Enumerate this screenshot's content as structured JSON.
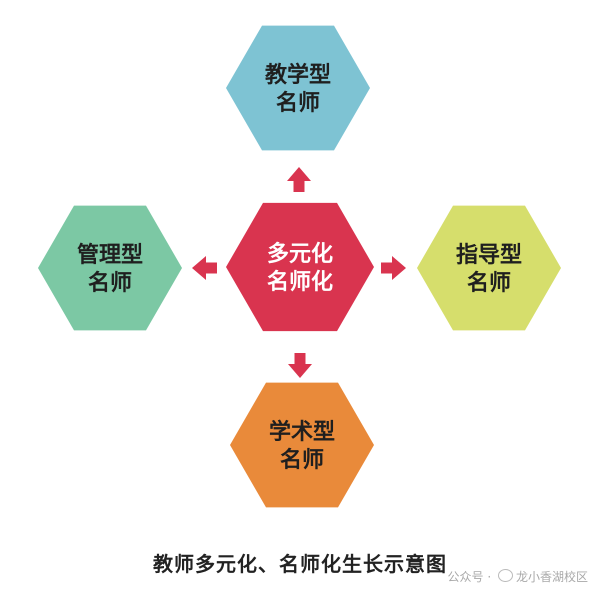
{
  "diagram": {
    "center": {
      "id": "center",
      "lines": [
        "多元化",
        "名师化"
      ],
      "fill": "#d9344f",
      "text_color": "#ffffff"
    },
    "nodes": [
      {
        "id": "teaching",
        "direction": "up",
        "lines": [
          "教学型",
          "名师"
        ],
        "fill": "#7ec3d3",
        "text_color": "#1f1f1f"
      },
      {
        "id": "management",
        "direction": "left",
        "lines": [
          "管理型",
          "名师"
        ],
        "fill": "#7cc8a4",
        "text_color": "#1f1f1f"
      },
      {
        "id": "guidance",
        "direction": "right",
        "lines": [
          "指导型",
          "名师"
        ],
        "fill": "#d6de6c",
        "text_color": "#1f1f1f"
      },
      {
        "id": "academic",
        "direction": "down",
        "lines": [
          "学术型",
          "名师"
        ],
        "fill": "#e98a3a",
        "text_color": "#1f1f1f"
      }
    ],
    "arrow_color": "#d9344f"
  },
  "caption": "教师多元化、名师化生长示意图",
  "watermark": {
    "prefix": "公众号 · ",
    "account": "龙小香湖校区"
  }
}
